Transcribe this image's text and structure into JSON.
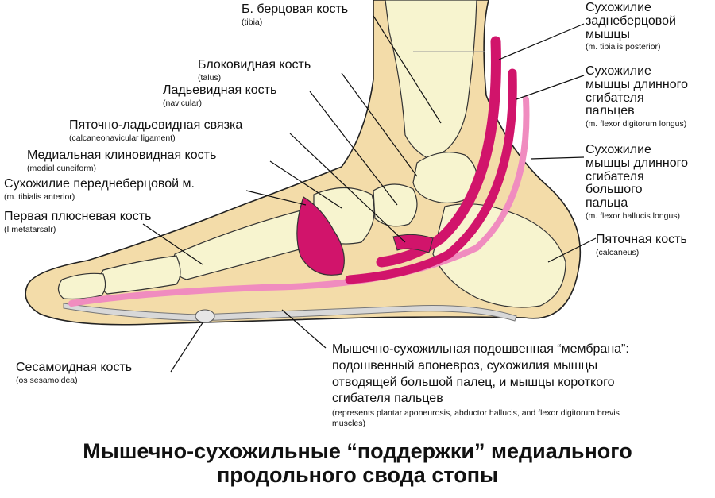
{
  "labels": {
    "tibia": {
      "ru": "Б. берцовая кость",
      "lat": "(tibia)"
    },
    "talus": {
      "ru": "Блоковидная кость",
      "lat": "(talus)"
    },
    "navicular": {
      "ru": "Ладьевидная кость",
      "lat": "(navicular)"
    },
    "calcaneonavicular": {
      "ru": "Пяточно-ладьевидная связка",
      "lat": "(calcaneonavicular ligament)"
    },
    "medial_cuneiform": {
      "ru": "Медиальная клиновидная кость",
      "lat": "(medial cuneiform)"
    },
    "tibialis_anterior": {
      "ru": "Сухожилие переднеберцовой м.",
      "lat": "(m. tibialis anterior)"
    },
    "metatarsal": {
      "ru": "Первая плюсневая кость",
      "lat": "(I metatarsalr)"
    },
    "sesamoid": {
      "ru": "Сесамоидная кость",
      "lat": "(os sesamoidea)"
    },
    "tibialis_posterior": {
      "ru": [
        "Сухожилие",
        "заднеберцовой",
        "мышцы"
      ],
      "lat": "(m. tibialis posterior)"
    },
    "fdl": {
      "ru": [
        "Сухожилие",
        "мышцы длинного",
        "сгибателя",
        "пальцев"
      ],
      "lat": "(m. flexor digitorum longus)"
    },
    "fhl": {
      "ru": [
        "Сухожилие",
        "мышцы длинного",
        "сгибателя",
        "большого",
        "пальца"
      ],
      "lat": "(m. flexor hallucis longus)"
    },
    "calcaneus": {
      "ru": "Пяточная кость",
      "lat": "(calcaneus)"
    },
    "membrane": {
      "ru": [
        "Мышечно-сухожильная подошвенная “мембрана”:",
        "подошвенный апоневроз, сухожилия мышцы",
        "отводящей большой палец, и мышцы короткого",
        "сгибателя пальцев"
      ],
      "lat": [
        "(represents plantar aponeurosis, abductor hallucis, and flexor digitorum brevis",
        "muscles)"
      ]
    }
  },
  "title": [
    "Мышечно-сухожильные “поддержки” медиального",
    "продольного свода стопы"
  ],
  "colors": {
    "skin": "#f3dca9",
    "bone": "#f7f4cf",
    "tendon": "#d1146b",
    "tendon_light": "#f08cbf",
    "membrane": "#d8d8d8"
  }
}
